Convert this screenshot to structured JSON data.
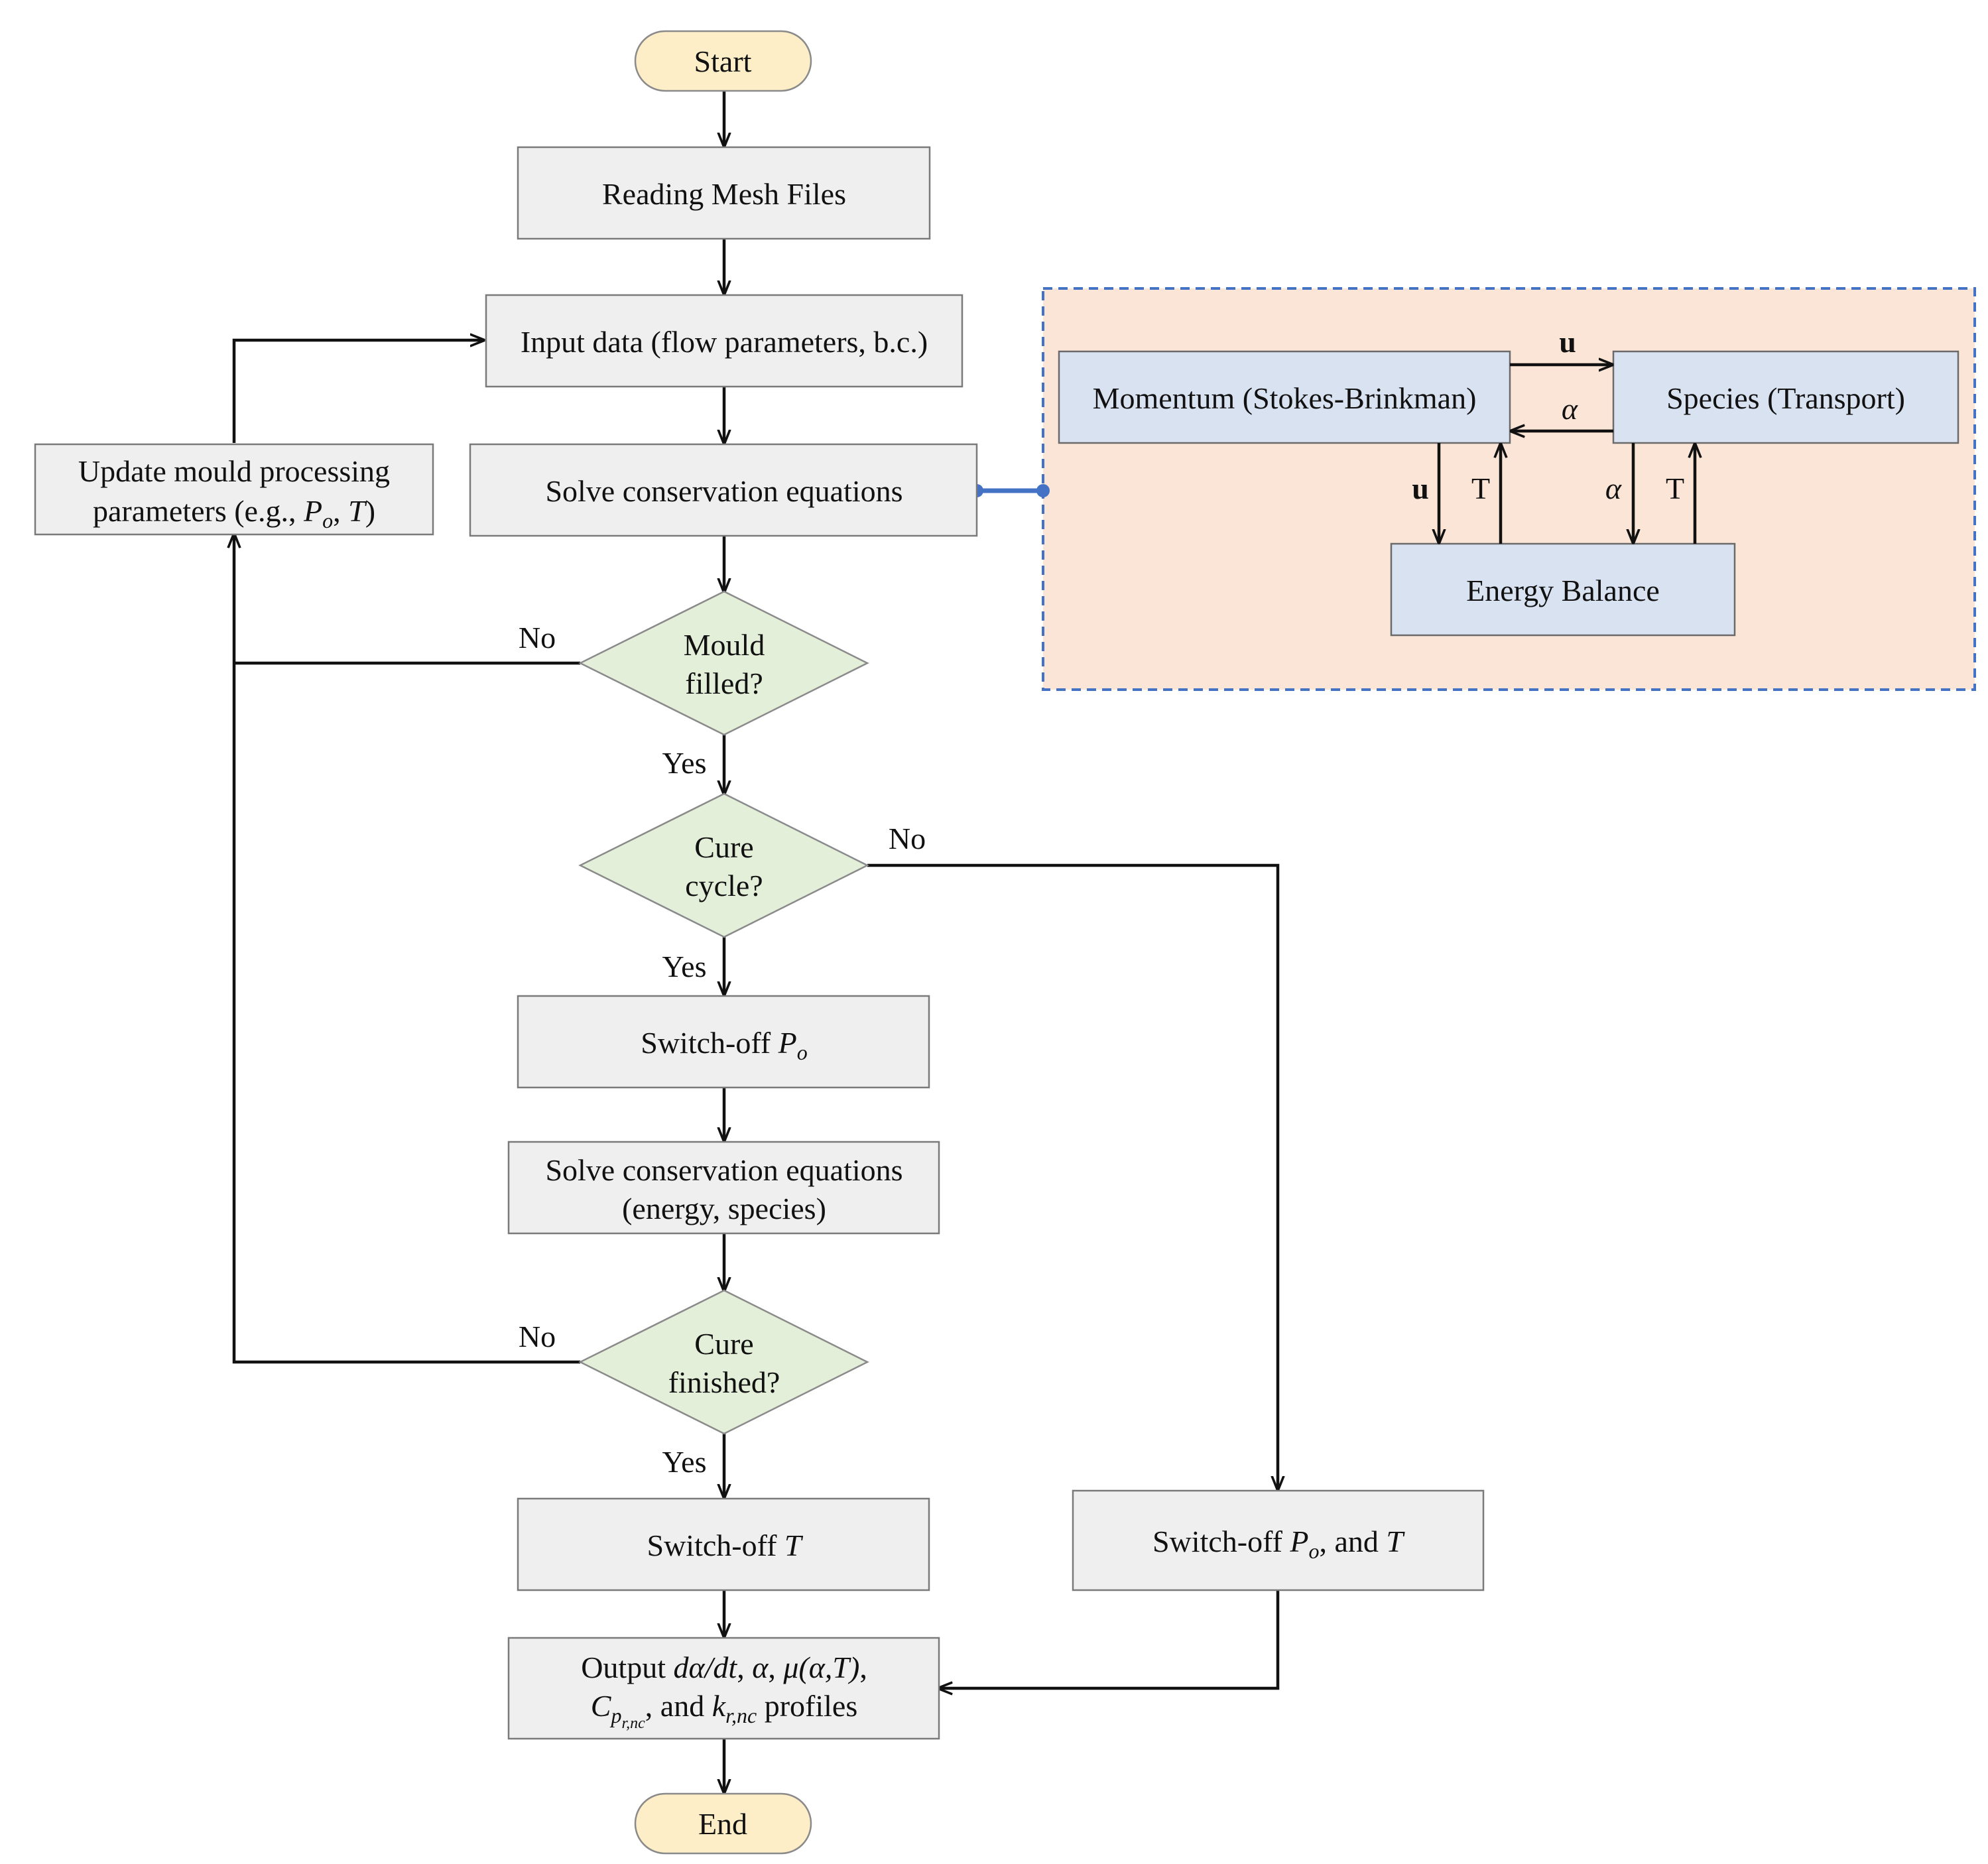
{
  "nodes": {
    "start": "Start",
    "read_mesh": "Reading Mesh Files",
    "input_data": "Input data (flow parameters, b.c.)",
    "solve": "Solve conservation equations",
    "update_line1": "Update mould processing",
    "update_line2_pre": "parameters (e.g., ",
    "update_line2_p": "P",
    "update_line2_o": "o",
    "update_line2_mid": ", ",
    "update_line2_t": "T",
    "update_line2_post": ")",
    "mould_line1": "Mould",
    "mould_line2": "filled?",
    "cure_cycle_line1": "Cure",
    "cure_cycle_line2": "cycle?",
    "switch_po_pre": "Switch-off ",
    "switch_po_p": "P",
    "switch_po_o": "o",
    "solve2_line1": "Solve conservation equations",
    "solve2_line2": "(energy, species)",
    "cure_fin_line1": "Cure",
    "cure_fin_line2": "finished?",
    "switch_t_pre": "Switch-off ",
    "switch_t_t": "T",
    "switch_pot_pre": "Switch-off ",
    "switch_pot_p": "P",
    "switch_pot_o": "o",
    "switch_pot_mid": ", and ",
    "switch_pot_t": "T",
    "output_line1_pre": "Output ",
    "output_line1_math": "dα/dt",
    "output_line1_c1": ", ",
    "output_line1_alpha": "α",
    "output_line1_c2": ", ",
    "output_line1_mu": "μ(α,T)",
    "output_line1_end": ",",
    "output_line2_c": "C",
    "output_line2_p": "p",
    "output_line2_rnc1": "r,nc",
    "output_line2_mid": ", and ",
    "output_line2_k": "k",
    "output_line2_rnc2": "r,nc",
    "output_line2_post": " profiles",
    "end": "End"
  },
  "edge_labels": {
    "mould_no": "No",
    "mould_yes": "Yes",
    "cure_cycle_no": "No",
    "cure_cycle_yes": "Yes",
    "cure_fin_no": "No",
    "cure_fin_yes": "Yes"
  },
  "coupling": {
    "momentum": "Momentum (Stokes-Brinkman)",
    "species": "Species (Transport)",
    "energy": "Energy Balance",
    "u_top": "u",
    "alpha_top": "α",
    "u_left": "u",
    "t_left": "T",
    "alpha_right": "α",
    "t_right": "T"
  },
  "colors": {
    "process": "#efefef",
    "terminal": "#fdeec7",
    "decision": "#e4efda",
    "coupling_bg": "#fbe5d6",
    "coupling_border": "#4472c4",
    "coupling_box": "#d9e2f1"
  }
}
